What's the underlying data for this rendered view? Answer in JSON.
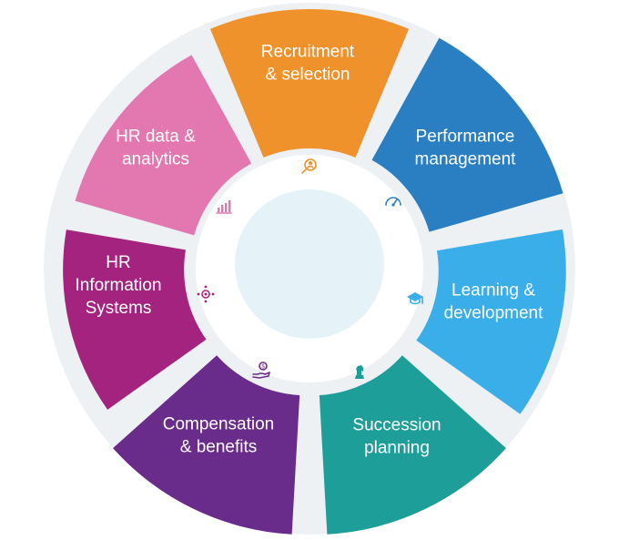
{
  "segments": [
    {
      "id": "recruitment",
      "lines": [
        "Recruitment",
        "& selection"
      ],
      "color": "#f0922b",
      "icon": "person-search-icon"
    },
    {
      "id": "performance",
      "lines": [
        "Performance",
        "management"
      ],
      "color": "#2a7fc2",
      "icon": "gauge-icon"
    },
    {
      "id": "learning",
      "lines": [
        "Learning &",
        "development"
      ],
      "color": "#3aaee8",
      "icon": "graduation-cap-icon"
    },
    {
      "id": "succession",
      "lines": [
        "Succession",
        "planning"
      ],
      "color": "#1e9e99",
      "icon": "chess-knight-icon"
    },
    {
      "id": "compensation",
      "lines": [
        "Compensation",
        "& benefits"
      ],
      "color": "#6a2c8a",
      "icon": "money-hand-icon"
    },
    {
      "id": "hris",
      "lines": [
        "HR",
        "Information",
        "Systems"
      ],
      "color": "#a3237e",
      "icon": "gear-network-icon"
    },
    {
      "id": "analytics",
      "lines": [
        "HR data &",
        "analytics"
      ],
      "color": "#e377b0",
      "icon": "bar-chart-icon"
    }
  ],
  "center_color": "#e5f3f8"
}
